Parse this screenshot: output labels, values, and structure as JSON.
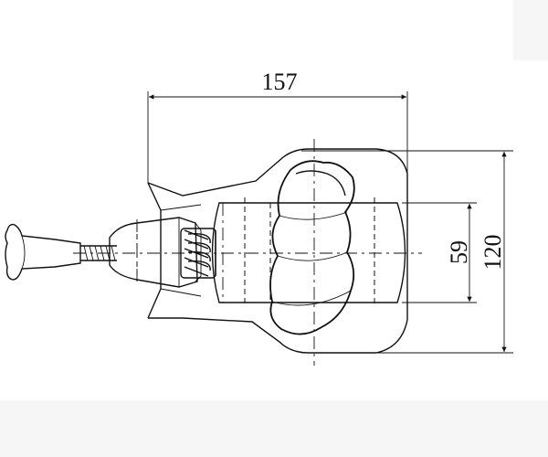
{
  "dimensions": {
    "width_label": "157",
    "height_outer_label": "120",
    "height_inner_label": "59"
  },
  "colors": {
    "line": "#111111",
    "background": "#ffffff",
    "margin": "#f6f6f6"
  }
}
